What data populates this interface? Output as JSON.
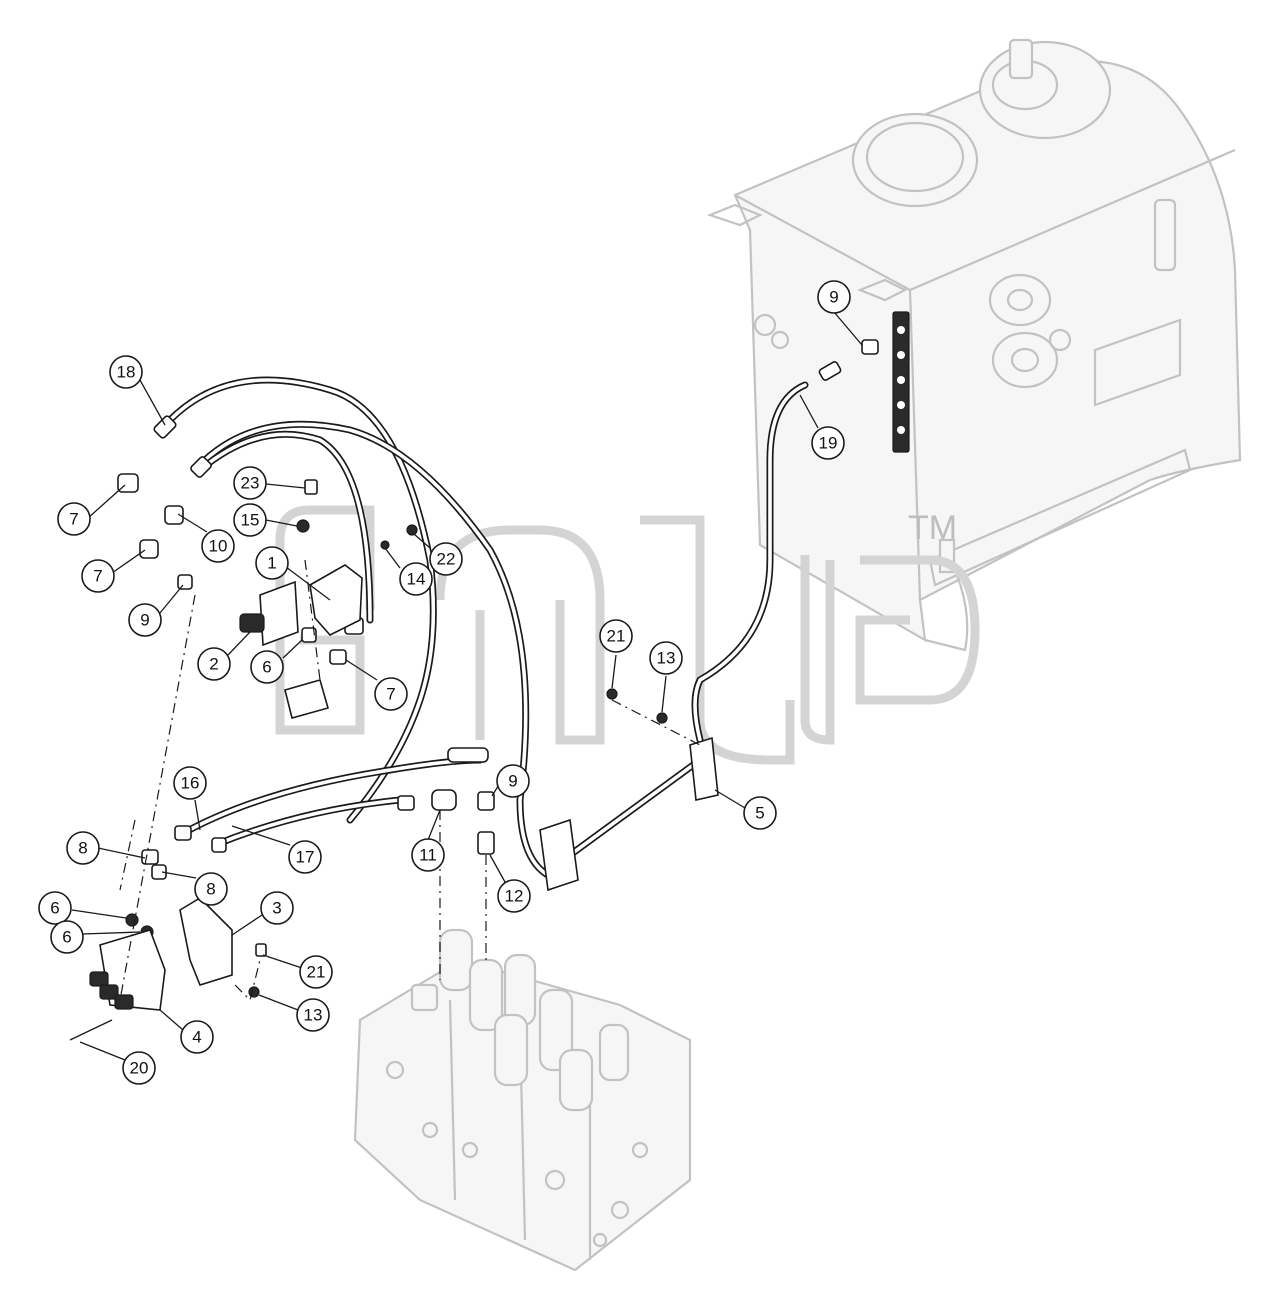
{
  "diagram": {
    "callouts": [
      "18",
      "7",
      "10",
      "7",
      "9",
      "23",
      "15",
      "1",
      "2",
      "6",
      "7",
      "14",
      "22",
      "21",
      "13",
      "9",
      "19",
      "16",
      "8",
      "8",
      "17",
      "11",
      "9",
      "12",
      "5",
      "6",
      "6",
      "3",
      "21",
      "13",
      "4",
      "20"
    ],
    "watermark_tm": "TM"
  }
}
